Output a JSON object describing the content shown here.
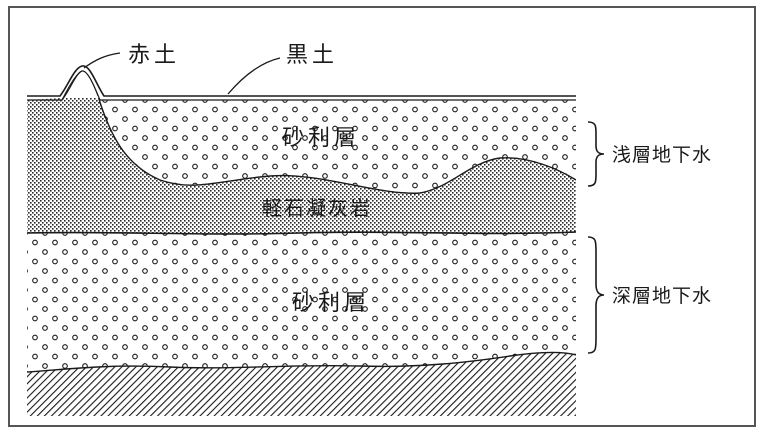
{
  "labels": {
    "red_soil": "赤土",
    "black_soil": "黒土",
    "upper_gravel": "砂利層",
    "pumice_tuff": "軽石凝灰岩",
    "lower_gravel": "砂利層",
    "shallow_groundwater": "浅層地下水",
    "deep_groundwater": "深層地下水"
  },
  "colors": {
    "ink": "#1a1a1a",
    "paper": "#ffffff",
    "frame": "#555555"
  }
}
